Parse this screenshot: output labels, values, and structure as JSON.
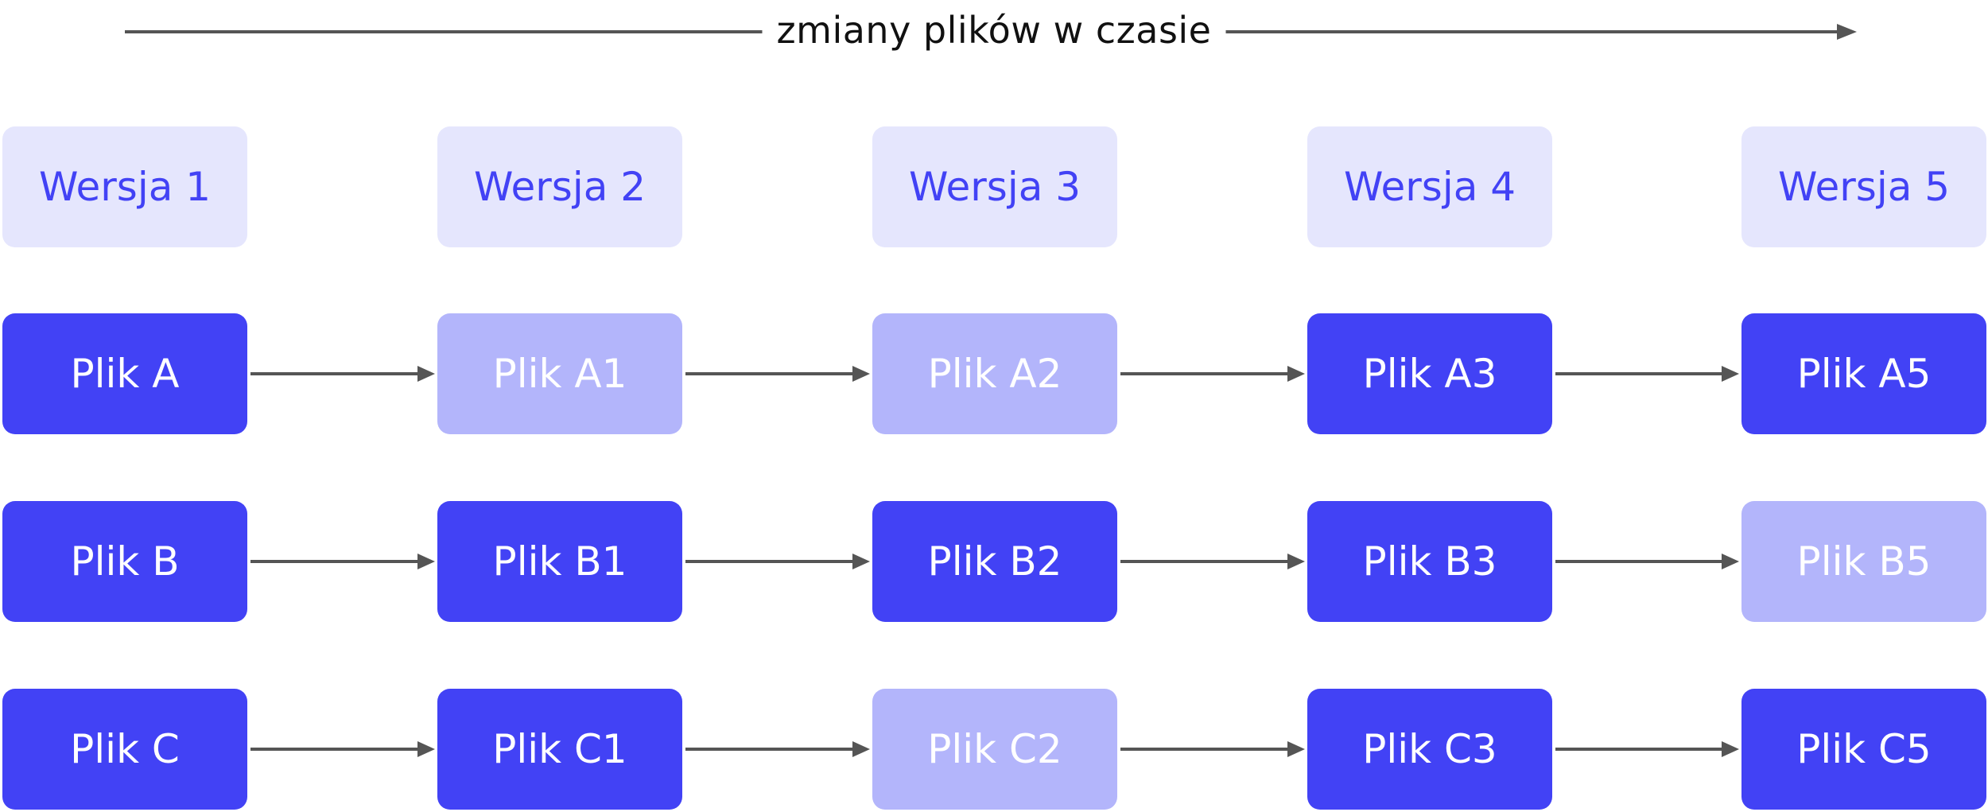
{
  "timeline": {
    "label": "zmiany plików w czasie"
  },
  "colors": {
    "version_bg": "#e5e6fd",
    "version_text": "#4242f5",
    "file_active_bg": "#4242f5",
    "file_inactive_bg": "#b3b5fb",
    "file_text": "#ffffff",
    "arrow": "#555555"
  },
  "versions": [
    {
      "label": "Wersja 1"
    },
    {
      "label": "Wersja 2"
    },
    {
      "label": "Wersja 3"
    },
    {
      "label": "Wersja 4"
    },
    {
      "label": "Wersja 5"
    }
  ],
  "rows": [
    {
      "cells": [
        {
          "label": "Plik A",
          "state": "active"
        },
        {
          "label": "Plik A1",
          "state": "inactive"
        },
        {
          "label": "Plik A2",
          "state": "inactive"
        },
        {
          "label": "Plik A3",
          "state": "active"
        },
        {
          "label": "Plik A5",
          "state": "active"
        }
      ]
    },
    {
      "cells": [
        {
          "label": "Plik B",
          "state": "active"
        },
        {
          "label": "Plik B1",
          "state": "active"
        },
        {
          "label": "Plik B2",
          "state": "active"
        },
        {
          "label": "Plik B3",
          "state": "active"
        },
        {
          "label": "Plik B5",
          "state": "inactive"
        }
      ]
    },
    {
      "cells": [
        {
          "label": "Plik C",
          "state": "active"
        },
        {
          "label": "Plik C1",
          "state": "active"
        },
        {
          "label": "Plik C2",
          "state": "inactive"
        },
        {
          "label": "Plik C3",
          "state": "active"
        },
        {
          "label": "Plik C5",
          "state": "active"
        }
      ]
    }
  ]
}
